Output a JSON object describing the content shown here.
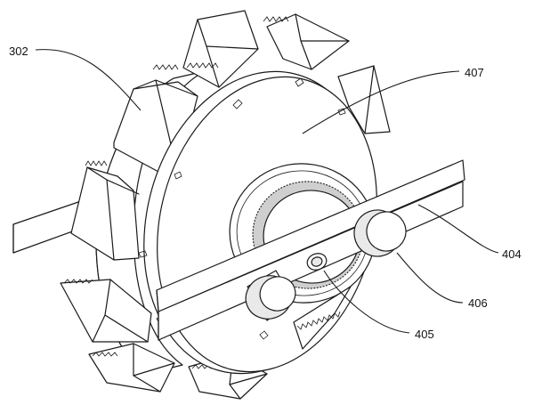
{
  "labels": {
    "l302": "302",
    "l407": "407",
    "l404": "404",
    "l406": "406",
    "l405": "405"
  },
  "colors": {
    "line": "#1a1a1a",
    "background": "#ffffff",
    "mesh": "#555555"
  }
}
